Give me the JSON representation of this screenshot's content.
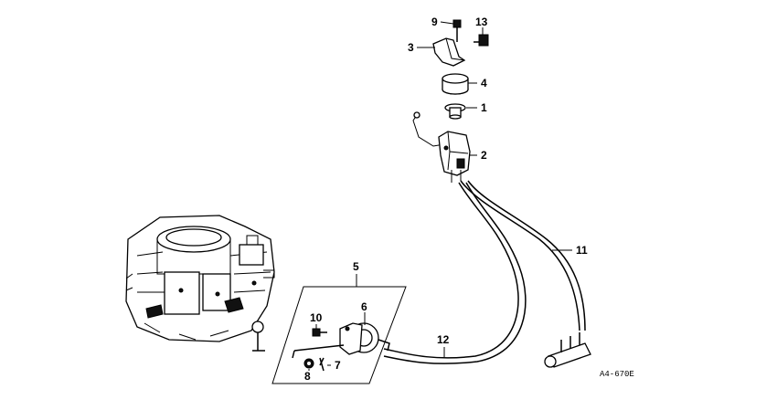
{
  "callouts": {
    "c1": "1",
    "c2": "2",
    "c3": "3",
    "c4": "4",
    "c5": "5",
    "c6": "6",
    "c7": "7",
    "c8": "8",
    "c9": "9",
    "c10": "10",
    "c11": "11",
    "c12": "12",
    "c13": "13"
  },
  "drawing_code": "A4-670E"
}
